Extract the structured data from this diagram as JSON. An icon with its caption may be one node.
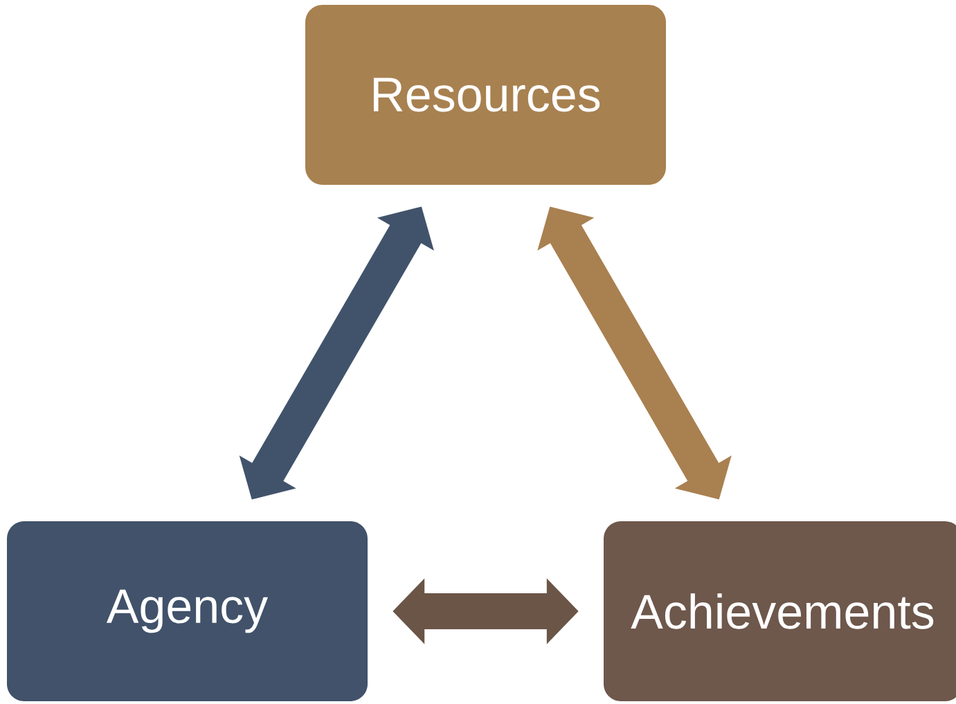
{
  "diagram": {
    "nodes": [
      {
        "text": [
          "Resources"
        ]
      },
      {
        "text": [
          "Agency"
        ]
      },
      {
        "text": [
          "Achievements"
        ]
      }
    ],
    "edges": [
      {
        "from": 1,
        "to": 0,
        "arrow": "both",
        "color": "#41536b"
      },
      {
        "from": 0,
        "to": 2,
        "arrow": "both",
        "color": "#a98050"
      },
      {
        "from": 1,
        "to": 2,
        "arrow": "both",
        "color": "#6b5547"
      }
    ]
  }
}
